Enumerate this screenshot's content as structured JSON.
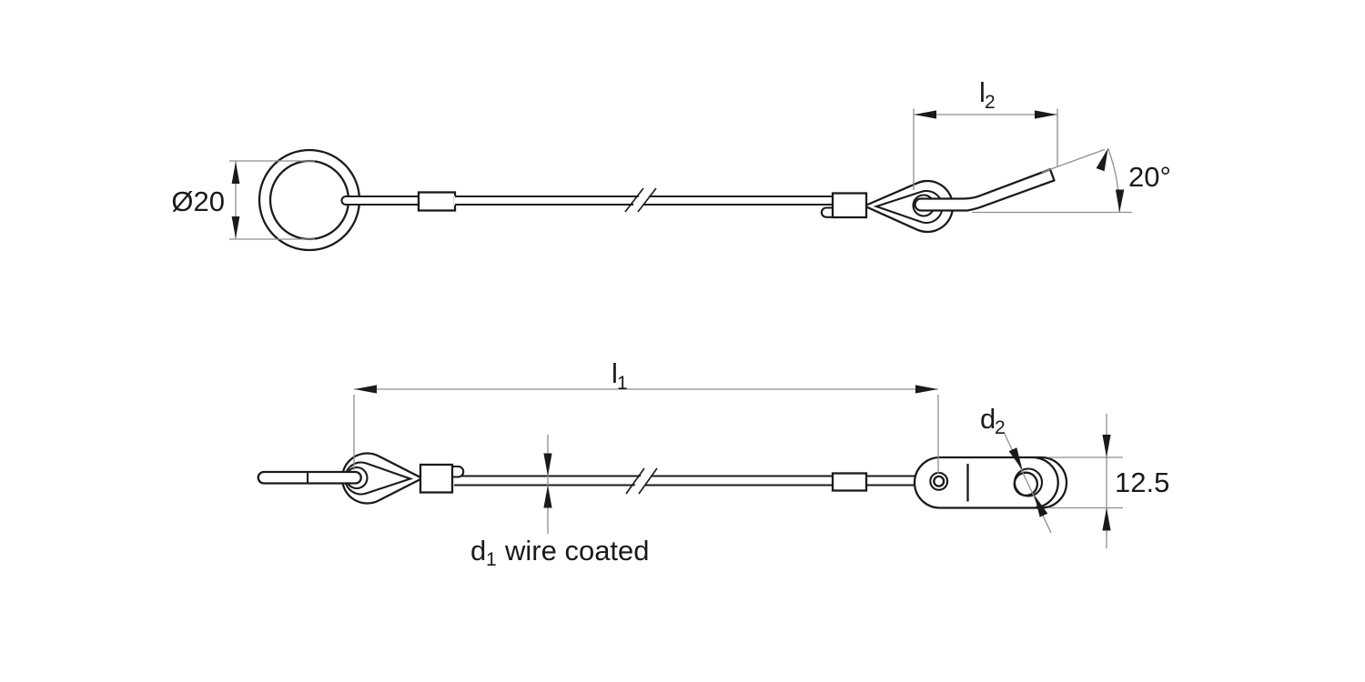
{
  "drawing_type": "technical-drawing-safety-cable-lanyard",
  "labels": {
    "ring_diameter": "Ø20",
    "l2": {
      "base": "l",
      "sub": "2"
    },
    "angle": "20°",
    "l1": {
      "base": "l",
      "sub": "1"
    },
    "d1": {
      "base": "d",
      "sub": "1"
    },
    "d1_note": "wire coated",
    "d2": {
      "base": "d",
      "sub": "2"
    },
    "tab_height": "12.5"
  },
  "colors": {
    "object_line": "#1a1a1a",
    "dimension_line": "#8f8f8f",
    "background": "#ffffff"
  }
}
